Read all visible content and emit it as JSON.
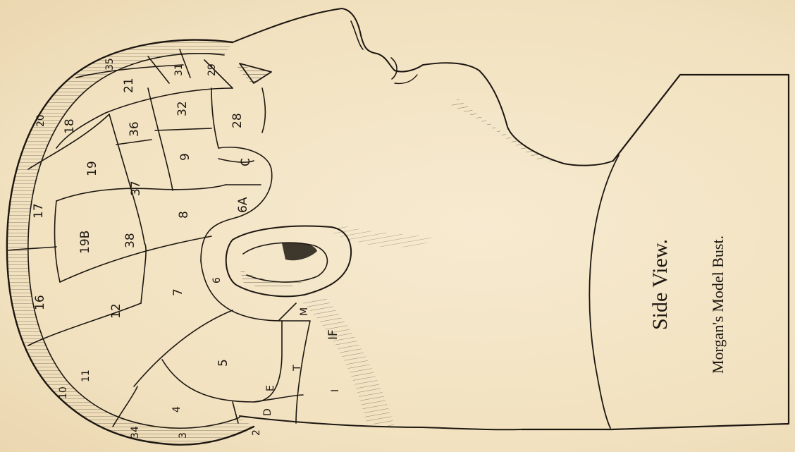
{
  "caption": {
    "title": "Side View.",
    "subtitle": "Morgan's Model Bust."
  },
  "regions": {
    "r20": "20",
    "r35": "35",
    "r31": "31",
    "r29": "29",
    "r18": "18",
    "r21": "21",
    "r32": "32",
    "r28": "28",
    "r36": "36",
    "r19": "19",
    "r9": "9",
    "rC": "C",
    "r37": "37",
    "r17": "17",
    "r8": "8",
    "r6A": "6A",
    "r19B": "19B",
    "r38": "38",
    "r6": "6",
    "r16": "16",
    "r12": "12",
    "r7": "7",
    "rM": "M",
    "rIF": "IF",
    "r5": "5",
    "r11": "11",
    "rT": "T",
    "rE": "E",
    "rD": "D",
    "rI": "I",
    "r4": "4",
    "r10": "10",
    "r3": "3",
    "r2": "2",
    "r34": "34"
  },
  "colors": {
    "paper": "#f3e4c3",
    "ink": "#1d1711"
  }
}
